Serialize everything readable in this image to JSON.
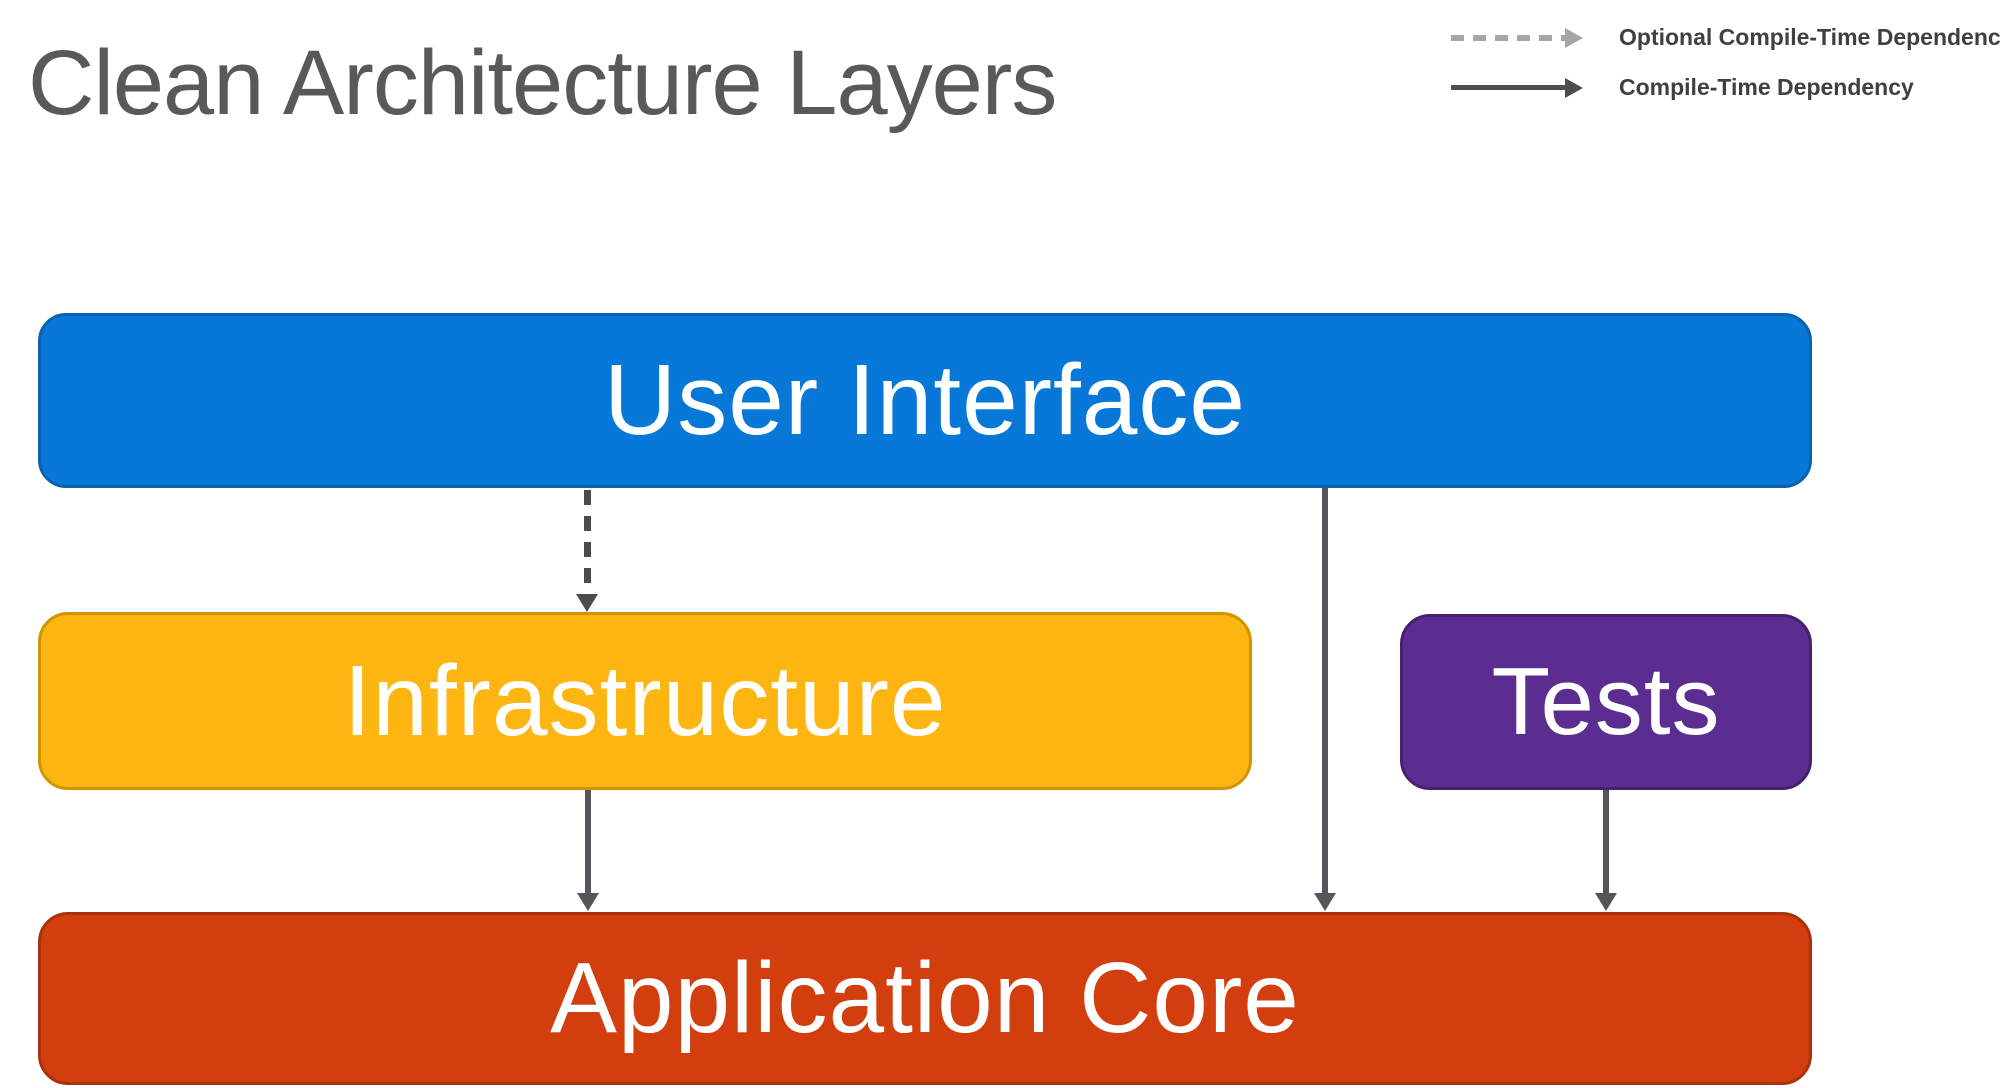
{
  "title": "Clean Architecture Layers",
  "colors": {
    "title": "#595959",
    "background": "#ffffff",
    "legend_text": "#404040"
  },
  "legend": {
    "optional": {
      "label": "Optional Compile-Time Dependency",
      "style": "dashed",
      "arrow_color": "#a6a6a6"
    },
    "required": {
      "label": "Compile-Time Dependency",
      "style": "solid",
      "arrow_color": "#4e4e4e"
    }
  },
  "layers": {
    "user_interface": {
      "label": "User Interface",
      "fill": "#0778d7",
      "border": "#0a62ae"
    },
    "infrastructure": {
      "label": "Infrastructure",
      "fill": "#fdb511",
      "border": "#d29400"
    },
    "tests": {
      "label": "Tests",
      "fill": "#5c2d90",
      "border": "#45216e"
    },
    "application_core": {
      "label": "Application Core",
      "fill": "#d23e0e",
      "border": "#a8330a"
    }
  },
  "arrows": {
    "ui_to_infrastructure": {
      "from": "User Interface",
      "to": "Infrastructure",
      "dependency": "Optional Compile-Time Dependency",
      "style": "dashed",
      "color": "#4c4c4c"
    },
    "ui_to_core": {
      "from": "User Interface",
      "to": "Application Core",
      "dependency": "Compile-Time Dependency",
      "style": "solid",
      "color": "#54565a"
    },
    "infrastructure_to_core": {
      "from": "Infrastructure",
      "to": "Application Core",
      "dependency": "Compile-Time Dependency",
      "style": "solid",
      "color": "#54565a"
    },
    "tests_to_core": {
      "from": "Tests",
      "to": "Application Core",
      "dependency": "Compile-Time Dependency",
      "style": "solid",
      "color": "#54565a"
    }
  }
}
